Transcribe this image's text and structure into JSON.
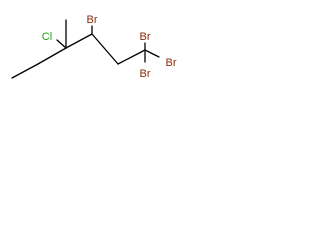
{
  "molecule": {
    "atoms": {
      "cl": "Cl",
      "br_c4": "Br",
      "br1_top": "Br",
      "br1_right": "Br",
      "br1_bottom": "Br"
    },
    "colors": {
      "bond": "#000000",
      "chlorine": "#1a9e1a",
      "bromine": "#8b2a0a"
    }
  }
}
